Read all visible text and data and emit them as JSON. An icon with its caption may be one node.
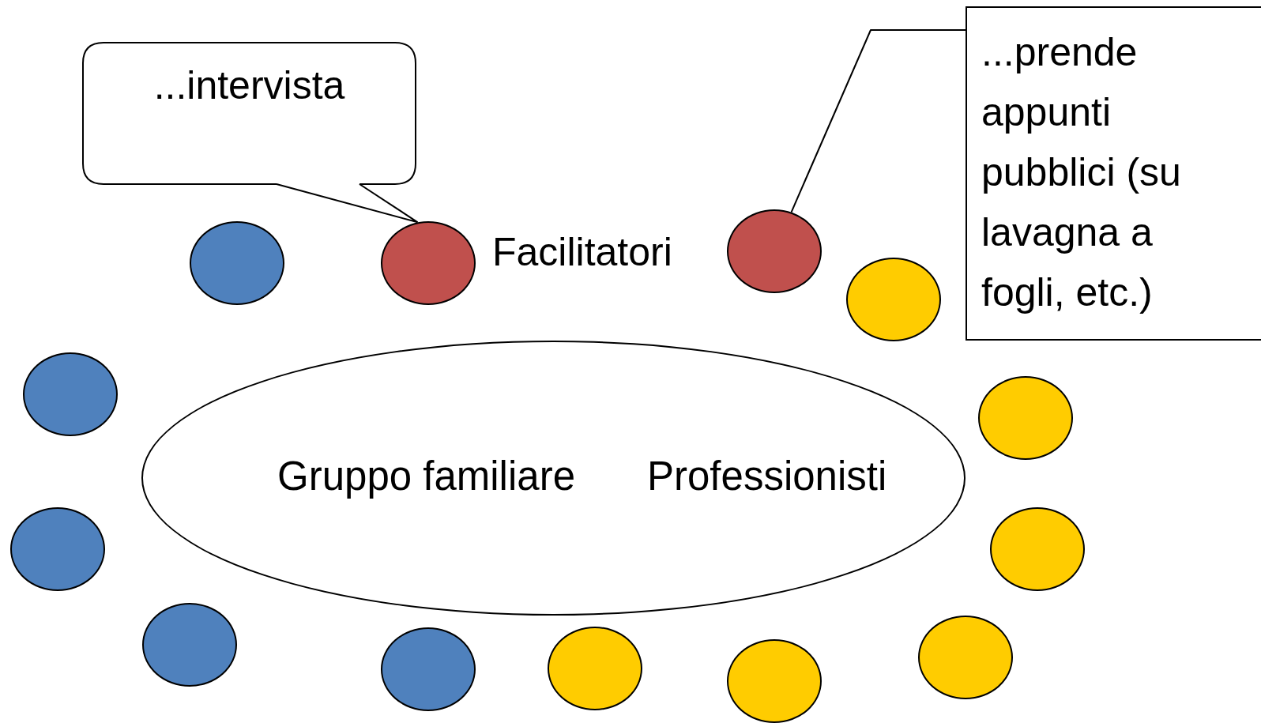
{
  "diagram": {
    "nodes": [
      {
        "text": [
          "...intervista"
        ]
      },
      {
        "text": [
          "...prende appunti pubblici (su lavagna a fogli, etc.)"
        ]
      },
      {
        "text": [],
        "shape": "circle"
      },
      {
        "text": [],
        "shape": "circle"
      },
      {
        "text": [],
        "shape": "circle"
      },
      {
        "text": [],
        "shape": "circle"
      },
      {
        "text": [],
        "shape": "circle"
      },
      {
        "text": [],
        "shape": "circle"
      },
      {
        "text": [
          "Gruppo familiare",
          "Professionisti"
        ]
      },
      {
        "text": [],
        "shape": "circle"
      },
      {
        "text": [],
        "shape": "circle"
      },
      {
        "text": [],
        "shape": "circle"
      },
      {
        "text": [],
        "shape": "circle"
      },
      {
        "text": [],
        "shape": "circle"
      },
      {
        "text": [],
        "shape": "circle"
      },
      {
        "text": [],
        "shape": "circle"
      }
    ],
    "edges": [
      {
        "from": 0,
        "to": 3,
        "arrow": "none"
      },
      {
        "from": 1,
        "to": 4,
        "arrow": "none"
      }
    ],
    "labels": [
      "Facilitatori"
    ]
  }
}
